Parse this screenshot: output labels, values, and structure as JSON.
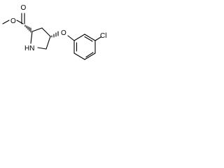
{
  "molecule": {
    "atoms": {
      "ring_oxygen": "O",
      "carbonyl_oxygen": "O",
      "ether_oxygen": "O",
      "nitrogen": "HN",
      "chlorine": "Cl"
    }
  },
  "colors": {
    "bond": "#000000",
    "background": "#ffffff"
  }
}
